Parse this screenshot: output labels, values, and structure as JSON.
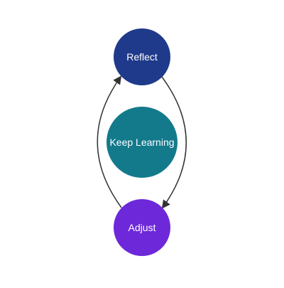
{
  "diagram": {
    "nodes": [
      {
        "id": "reflect",
        "label": "Reflect",
        "color": "#1f3a8a"
      },
      {
        "id": "keep_learning",
        "label": "Keep Learning",
        "color": "#137a8c"
      },
      {
        "id": "adjust",
        "label": "Adjust",
        "color": "#6d28d9"
      }
    ],
    "edges": [
      {
        "from": "reflect",
        "to": "adjust"
      },
      {
        "from": "adjust",
        "to": "reflect"
      }
    ],
    "arrow_color": "#333333",
    "label_color": "#ffffff"
  }
}
